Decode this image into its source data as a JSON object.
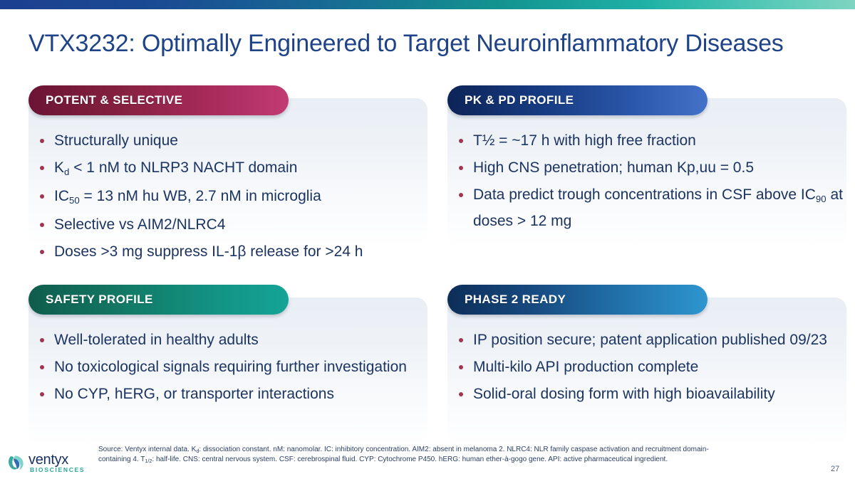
{
  "slide": {
    "title": "VTX3232: Optimally Engineered to Target Neuroinflammatory Diseases",
    "page_number": "27",
    "accent_colors": {
      "title_blue": "#1e4388",
      "body_navy": "#1c3461",
      "bullet_crimson": "#a03553",
      "potent_pill_from": "#6b1434",
      "potent_pill_to": "#c23b72",
      "pk_pill_from": "#0d2457",
      "pk_pill_to": "#4472c8",
      "safety_pill_from": "#105c4c",
      "safety_pill_to": "#14a497",
      "phase_pill_from": "#0d2e58",
      "phase_pill_to": "#2e96cf",
      "topbar_from": "#1c3f8f",
      "topbar_to": "#7ed4c0"
    }
  },
  "quadrants": {
    "potent": {
      "header": "POTENT & SELECTIVE",
      "bullets": [
        {
          "parts": [
            {
              "t": "Structurally unique"
            }
          ]
        },
        {
          "parts": [
            {
              "t": "K"
            },
            {
              "t": "d",
              "sub": true
            },
            {
              "t": " < 1 nM to NLRP3 NACHT domain"
            }
          ]
        },
        {
          "parts": [
            {
              "t": "IC"
            },
            {
              "t": "50",
              "sub": true
            },
            {
              "t": " = 13 nM hu WB, 2.7 nM in microglia"
            }
          ]
        },
        {
          "parts": [
            {
              "t": "Selective vs AIM2/NLRC4"
            }
          ]
        },
        {
          "parts": [
            {
              "t": "Doses >3 mg suppress IL-1β release for >24 h"
            }
          ]
        }
      ]
    },
    "pk_pd": {
      "header": "PK & PD PROFILE",
      "bullets": [
        {
          "parts": [
            {
              "t": "T½  = ~17 h with high free fraction"
            }
          ]
        },
        {
          "parts": [
            {
              "t": "High CNS penetration; human Kp,uu = 0.5"
            }
          ]
        },
        {
          "parts": [
            {
              "t": "Data predict trough concentrations in CSF above IC"
            },
            {
              "t": "90",
              "sub": true
            },
            {
              "t": " at doses > 12 mg"
            }
          ]
        }
      ]
    },
    "safety": {
      "header": "SAFETY PROFILE",
      "bullets": [
        {
          "parts": [
            {
              "t": "Well-tolerated in healthy adults"
            }
          ]
        },
        {
          "parts": [
            {
              "t": "No toxicological signals requiring further investigation"
            }
          ]
        },
        {
          "parts": [
            {
              "t": "No CYP, hERG, or transporter interactions"
            }
          ]
        }
      ]
    },
    "phase2": {
      "header": "PHASE 2 READY",
      "bullets": [
        {
          "parts": [
            {
              "t": "IP position secure; patent application published 09/23"
            }
          ]
        },
        {
          "parts": [
            {
              "t": "Multi-kilo API production complete"
            }
          ]
        },
        {
          "parts": [
            {
              "t": "Solid-oral dosing form with high bioavailability"
            }
          ]
        }
      ]
    }
  },
  "footnote": {
    "parts": [
      {
        "t": "Source: Ventyx internal data. K"
      },
      {
        "t": "d",
        "sub": true
      },
      {
        "t": ": dissociation constant. nM: nanomolar. IC: inhibitory concentration. AIM2: absent in melanoma 2. NLRC4: NLR family caspase activation and recruitment domain-containing 4. T"
      },
      {
        "t": "1/2",
        "sub": true
      },
      {
        "t": ": half-life. CNS: central nervous system. CSF: cerebrospinal fluid. CYP: Cytochrome P450. hERG: human ether-à-gogo gene. API: active pharmaceutical ingredient."
      }
    ]
  },
  "logo": {
    "wordmark": "ventyx",
    "tagline": "BIOSCIENCES"
  }
}
